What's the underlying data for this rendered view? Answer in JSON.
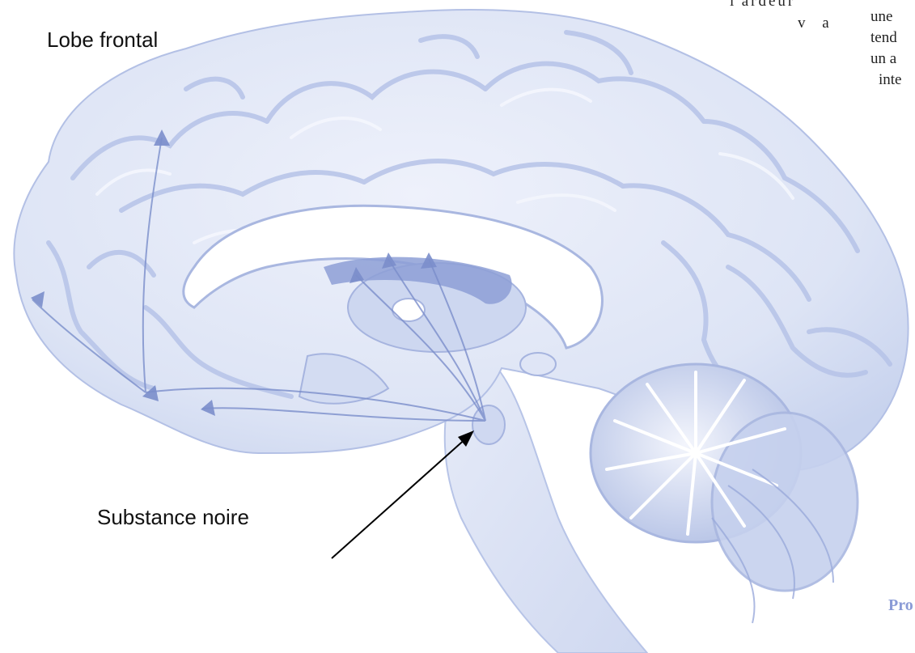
{
  "labels": {
    "frontal_lobe": "Lobe frontal",
    "substantia_nigra": "Substance noire"
  },
  "side_text": {
    "line1": "l'ardeur",
    "line2": "v a",
    "line3": "une",
    "line4": "tend",
    "line5": "un a",
    "line6": "inte"
  },
  "footer_fragment": "Pro",
  "colors": {
    "brain_fill": "#e2e8f6",
    "brain_shadow": "#b9c6e8",
    "brain_dark": "#8597d2",
    "pathway": "#6f83c6",
    "background": "#ffffff"
  }
}
